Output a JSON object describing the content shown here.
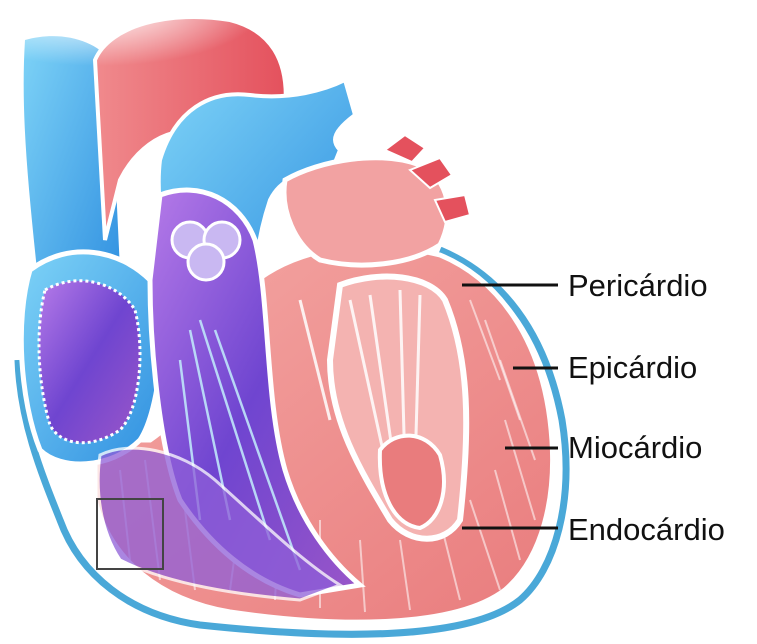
{
  "diagram": {
    "subject": "heart cross-section showing the layers of the heart wall",
    "labels": [
      {
        "id": "pericardio",
        "text": "Pericárdio"
      },
      {
        "id": "epicardio",
        "text": "Epicárdio"
      },
      {
        "id": "miocardio",
        "text": "Miocárdio"
      },
      {
        "id": "endocardio",
        "text": "Endocárdio"
      }
    ],
    "colors": {
      "vessel_blue": "#3fa0e6",
      "venous_purple": "#8a4fd6",
      "muscle_red": "#ee8a88",
      "aorta_red": "#e8636b",
      "membrane_white": "#f5f0f4",
      "pericardium_line": "#4aa8d8",
      "leader_line": "#111111"
    }
  }
}
